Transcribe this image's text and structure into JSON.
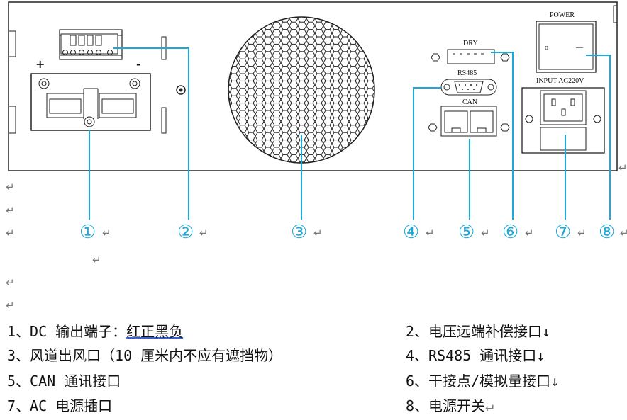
{
  "panel": {
    "plus_sign": "+",
    "minus_sign": "-",
    "dry_label": "DRY",
    "rs485_label": "RS485",
    "can_label": "CAN",
    "power_label": "POWER",
    "input_label": "INPUT AC220V",
    "switch_off_symbol": "o",
    "switch_on_symbol": "—"
  },
  "callouts": [
    "①",
    "②",
    "③",
    "④",
    "⑤",
    "⑥",
    "⑦",
    "⑧"
  ],
  "return_mark": "↵",
  "descriptions": [
    {
      "prefix": "1、DC 输出端子：",
      "suffix": "红正黑负",
      "end": ""
    },
    {
      "prefix": "2、电压远端补偿接口",
      "suffix": "",
      "end": "↓"
    },
    {
      "prefix": "3、风道出风口（10 厘米内不应有遮挡物）",
      "suffix": "",
      "end": ""
    },
    {
      "prefix": "4、RS485 通讯接口",
      "suffix": "",
      "end": "↓"
    },
    {
      "prefix": "5、CAN 通讯接口",
      "suffix": "",
      "end": ""
    },
    {
      "prefix": "6、干接点/模拟量接口",
      "suffix": "",
      "end": "↓"
    },
    {
      "prefix": "7、AC 电源插口",
      "suffix": "",
      "end": ""
    },
    {
      "prefix": "8、电源开关",
      "suffix": "",
      "end": "↵"
    }
  ]
}
